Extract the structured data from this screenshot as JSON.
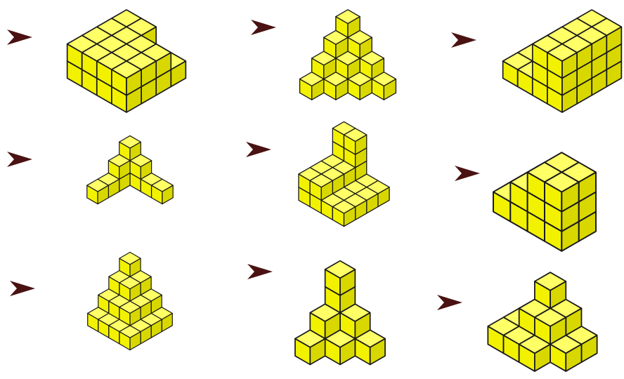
{
  "colors": {
    "background": "#ffffff",
    "cube_top": "#ffff66",
    "cube_left": "#f2f200",
    "cube_right": "#d8d800",
    "cube_edge": "#1a1a1a",
    "arrow": "#4a1212"
  },
  "arrow_icon": "chevron-right-icon",
  "items": [
    {
      "name": "figure-1",
      "cubes": [
        [
          0,
          0,
          0
        ],
        [
          1,
          0,
          0
        ],
        [
          2,
          0,
          0
        ],
        [
          3,
          0,
          0
        ],
        [
          0,
          1,
          0
        ],
        [
          1,
          1,
          0
        ],
        [
          2,
          1,
          0
        ],
        [
          3,
          1,
          0
        ],
        [
          0,
          2,
          0
        ],
        [
          1,
          2,
          0
        ],
        [
          2,
          2,
          0
        ],
        [
          3,
          2,
          0
        ],
        [
          0,
          3,
          0
        ],
        [
          1,
          3,
          0
        ],
        [
          2,
          3,
          0
        ],
        [
          3,
          3,
          0
        ],
        [
          0,
          0,
          1
        ],
        [
          1,
          0,
          1
        ],
        [
          0,
          1,
          1
        ],
        [
          1,
          1,
          1
        ],
        [
          2,
          1,
          1
        ],
        [
          3,
          1,
          1
        ],
        [
          0,
          2,
          1
        ],
        [
          1,
          2,
          1
        ],
        [
          2,
          2,
          1
        ],
        [
          3,
          2,
          1
        ],
        [
          0,
          3,
          1
        ],
        [
          1,
          3,
          1
        ],
        [
          2,
          3,
          1
        ],
        [
          3,
          3,
          1
        ]
      ]
    },
    {
      "name": "figure-2",
      "cubes": [
        [
          0,
          0,
          0
        ],
        [
          1,
          0,
          0
        ],
        [
          2,
          0,
          0
        ],
        [
          3,
          0,
          0
        ],
        [
          0,
          1,
          0
        ],
        [
          1,
          1,
          0
        ],
        [
          2,
          1,
          0
        ],
        [
          0,
          2,
          0
        ],
        [
          1,
          2,
          0
        ],
        [
          0,
          3,
          0
        ],
        [
          0,
          0,
          1
        ],
        [
          1,
          0,
          1
        ],
        [
          2,
          0,
          1
        ],
        [
          0,
          1,
          1
        ],
        [
          1,
          1,
          1
        ],
        [
          0,
          2,
          1
        ],
        [
          0,
          0,
          2
        ],
        [
          1,
          0,
          2
        ],
        [
          0,
          1,
          2
        ],
        [
          0,
          0,
          3
        ]
      ]
    },
    {
      "name": "figure-3",
      "cubes": [
        [
          0,
          0,
          0
        ],
        [
          1,
          0,
          0
        ],
        [
          2,
          0,
          0
        ],
        [
          3,
          0,
          0
        ],
        [
          0,
          1,
          0
        ],
        [
          1,
          1,
          0
        ],
        [
          2,
          1,
          0
        ],
        [
          3,
          1,
          0
        ],
        [
          0,
          2,
          0
        ],
        [
          1,
          2,
          0
        ],
        [
          2,
          2,
          0
        ],
        [
          3,
          2,
          0
        ],
        [
          0,
          3,
          0
        ],
        [
          1,
          3,
          0
        ],
        [
          2,
          3,
          0
        ],
        [
          3,
          3,
          0
        ],
        [
          2,
          0,
          1
        ],
        [
          3,
          0,
          1
        ],
        [
          2,
          1,
          1
        ],
        [
          3,
          1,
          1
        ],
        [
          2,
          2,
          1
        ],
        [
          3,
          2,
          1
        ],
        [
          2,
          3,
          1
        ],
        [
          3,
          3,
          1
        ],
        [
          2,
          0,
          2
        ],
        [
          3,
          0,
          2
        ],
        [
          2,
          1,
          2
        ],
        [
          3,
          1,
          2
        ],
        [
          2,
          2,
          2
        ],
        [
          3,
          2,
          2
        ],
        [
          2,
          3,
          2
        ],
        [
          3,
          3,
          2
        ]
      ]
    },
    {
      "name": "figure-4",
      "cubes": [
        [
          0,
          0,
          0
        ],
        [
          1,
          0,
          0
        ],
        [
          2,
          0,
          0
        ],
        [
          3,
          0,
          0
        ],
        [
          0,
          1,
          0
        ],
        [
          0,
          2,
          0
        ],
        [
          0,
          3,
          0
        ],
        [
          0,
          0,
          1
        ],
        [
          1,
          0,
          1
        ],
        [
          0,
          1,
          1
        ],
        [
          0,
          0,
          2
        ]
      ]
    },
    {
      "name": "figure-5",
      "cubes": [
        [
          0,
          0,
          0
        ],
        [
          1,
          0,
          0
        ],
        [
          2,
          0,
          0
        ],
        [
          3,
          0,
          0
        ],
        [
          0,
          1,
          0
        ],
        [
          1,
          1,
          0
        ],
        [
          2,
          1,
          0
        ],
        [
          3,
          1,
          0
        ],
        [
          0,
          2,
          0
        ],
        [
          1,
          2,
          0
        ],
        [
          2,
          2,
          0
        ],
        [
          3,
          2,
          0
        ],
        [
          0,
          3,
          0
        ],
        [
          1,
          3,
          0
        ],
        [
          2,
          3,
          0
        ],
        [
          3,
          3,
          0
        ],
        [
          0,
          0,
          1
        ],
        [
          1,
          0,
          1
        ],
        [
          0,
          1,
          1
        ],
        [
          1,
          1,
          1
        ],
        [
          0,
          2,
          1
        ],
        [
          1,
          2,
          1
        ],
        [
          0,
          3,
          1
        ],
        [
          1,
          3,
          1
        ],
        [
          0,
          0,
          2
        ],
        [
          1,
          0,
          2
        ],
        [
          0,
          0,
          3
        ],
        [
          1,
          0,
          3
        ]
      ]
    },
    {
      "name": "figure-6",
      "cubes": [
        [
          0,
          0,
          0
        ],
        [
          1,
          0,
          0
        ],
        [
          2,
          0,
          0
        ],
        [
          3,
          0,
          0
        ],
        [
          0,
          1,
          0
        ],
        [
          1,
          1,
          0
        ],
        [
          2,
          1,
          0
        ],
        [
          3,
          1,
          0
        ],
        [
          1,
          0,
          1
        ],
        [
          2,
          0,
          1
        ],
        [
          3,
          0,
          1
        ],
        [
          1,
          1,
          1
        ],
        [
          2,
          1,
          1
        ],
        [
          3,
          1,
          1
        ],
        [
          2,
          0,
          2
        ],
        [
          3,
          0,
          2
        ],
        [
          2,
          1,
          2
        ],
        [
          3,
          1,
          2
        ]
      ]
    },
    {
      "name": "figure-7",
      "cubes": [
        [
          0,
          0,
          0
        ],
        [
          1,
          0,
          0
        ],
        [
          2,
          0,
          0
        ],
        [
          3,
          0,
          0
        ],
        [
          0,
          1,
          0
        ],
        [
          1,
          1,
          0
        ],
        [
          2,
          1,
          0
        ],
        [
          3,
          1,
          0
        ],
        [
          0,
          2,
          0
        ],
        [
          1,
          2,
          0
        ],
        [
          2,
          2,
          0
        ],
        [
          3,
          2,
          0
        ],
        [
          0,
          3,
          0
        ],
        [
          1,
          3,
          0
        ],
        [
          2,
          3,
          0
        ],
        [
          3,
          3,
          0
        ],
        [
          0,
          0,
          1
        ],
        [
          1,
          0,
          1
        ],
        [
          2,
          0,
          1
        ],
        [
          0,
          1,
          1
        ],
        [
          1,
          1,
          1
        ],
        [
          2,
          1,
          1
        ],
        [
          0,
          2,
          1
        ],
        [
          1,
          2,
          1
        ],
        [
          2,
          2,
          1
        ],
        [
          0,
          0,
          2
        ],
        [
          1,
          0,
          2
        ],
        [
          0,
          1,
          2
        ],
        [
          1,
          1,
          2
        ],
        [
          0,
          0,
          3
        ]
      ]
    },
    {
      "name": "figure-8",
      "cubes": [
        [
          0,
          0,
          0
        ],
        [
          1,
          0,
          0
        ],
        [
          2,
          0,
          0
        ],
        [
          0,
          1,
          0
        ],
        [
          1,
          1,
          0
        ],
        [
          0,
          2,
          0
        ],
        [
          0,
          0,
          1
        ],
        [
          1,
          0,
          1
        ],
        [
          0,
          1,
          1
        ],
        [
          0,
          0,
          2
        ],
        [
          0,
          0,
          3
        ]
      ]
    },
    {
      "name": "figure-9",
      "cubes": [
        [
          0,
          0,
          0
        ],
        [
          1,
          0,
          0
        ],
        [
          2,
          0,
          0
        ],
        [
          3,
          0,
          0
        ],
        [
          0,
          1,
          0
        ],
        [
          1,
          1,
          0
        ],
        [
          2,
          1,
          0
        ],
        [
          3,
          1,
          0
        ],
        [
          0,
          2,
          0
        ],
        [
          1,
          2,
          0
        ],
        [
          2,
          2,
          0
        ],
        [
          1,
          0,
          1
        ],
        [
          2,
          0,
          1
        ],
        [
          1,
          1,
          1
        ],
        [
          2,
          1,
          1
        ],
        [
          1,
          0,
          2
        ]
      ]
    }
  ]
}
